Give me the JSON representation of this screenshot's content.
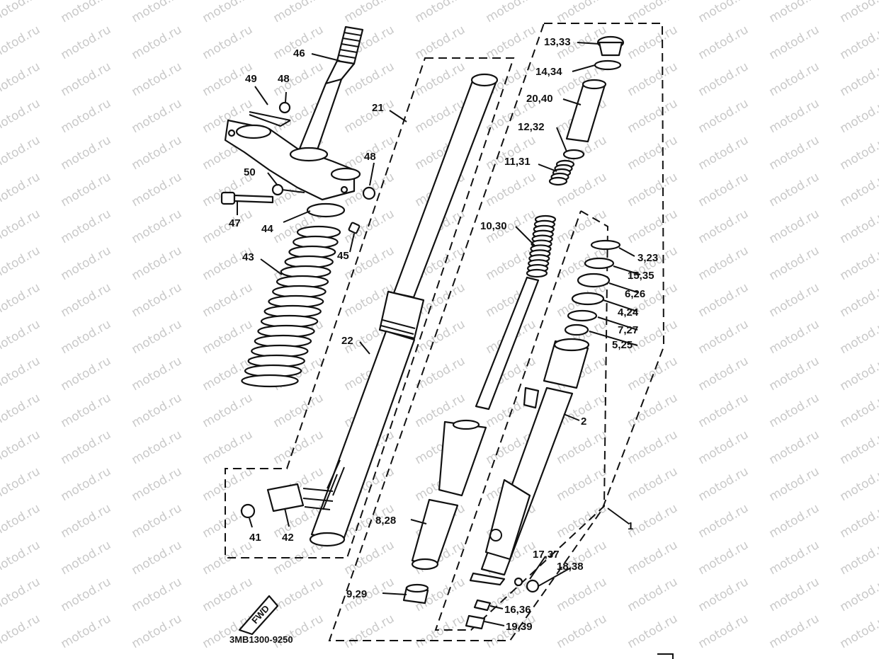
{
  "diagram": {
    "watermark_text": "motod.ru",
    "catalog_code": "3MB1300-9250",
    "fwd_text": "FWD",
    "callouts": [
      {
        "id": "c46",
        "text": "46"
      },
      {
        "id": "c49",
        "text": "49"
      },
      {
        "id": "c48a",
        "text": "48"
      },
      {
        "id": "c48b",
        "text": "48"
      },
      {
        "id": "c50",
        "text": "50"
      },
      {
        "id": "c47",
        "text": "47"
      },
      {
        "id": "c44",
        "text": "44"
      },
      {
        "id": "c45",
        "text": "45"
      },
      {
        "id": "c43",
        "text": "43"
      },
      {
        "id": "c21",
        "text": "21"
      },
      {
        "id": "c22",
        "text": "22"
      },
      {
        "id": "c41",
        "text": "41"
      },
      {
        "id": "c42",
        "text": "42"
      },
      {
        "id": "c13",
        "text": "13,33"
      },
      {
        "id": "c14",
        "text": "14,34"
      },
      {
        "id": "c20",
        "text": "20,40"
      },
      {
        "id": "c12",
        "text": "12,32"
      },
      {
        "id": "c11",
        "text": "11,31"
      },
      {
        "id": "c10",
        "text": "10,30"
      },
      {
        "id": "c3",
        "text": "3,23"
      },
      {
        "id": "c15",
        "text": "15,35"
      },
      {
        "id": "c6",
        "text": "6,26"
      },
      {
        "id": "c4",
        "text": "4,24"
      },
      {
        "id": "c7",
        "text": "7,27"
      },
      {
        "id": "c5",
        "text": "5,25"
      },
      {
        "id": "c2",
        "text": "2"
      },
      {
        "id": "c1",
        "text": "1"
      },
      {
        "id": "c8",
        "text": "8,28"
      },
      {
        "id": "c17",
        "text": "17,37"
      },
      {
        "id": "c18",
        "text": "18,38"
      },
      {
        "id": "c9",
        "text": "9,29"
      },
      {
        "id": "c16",
        "text": "16,36"
      },
      {
        "id": "c19",
        "text": "19,39"
      }
    ]
  }
}
